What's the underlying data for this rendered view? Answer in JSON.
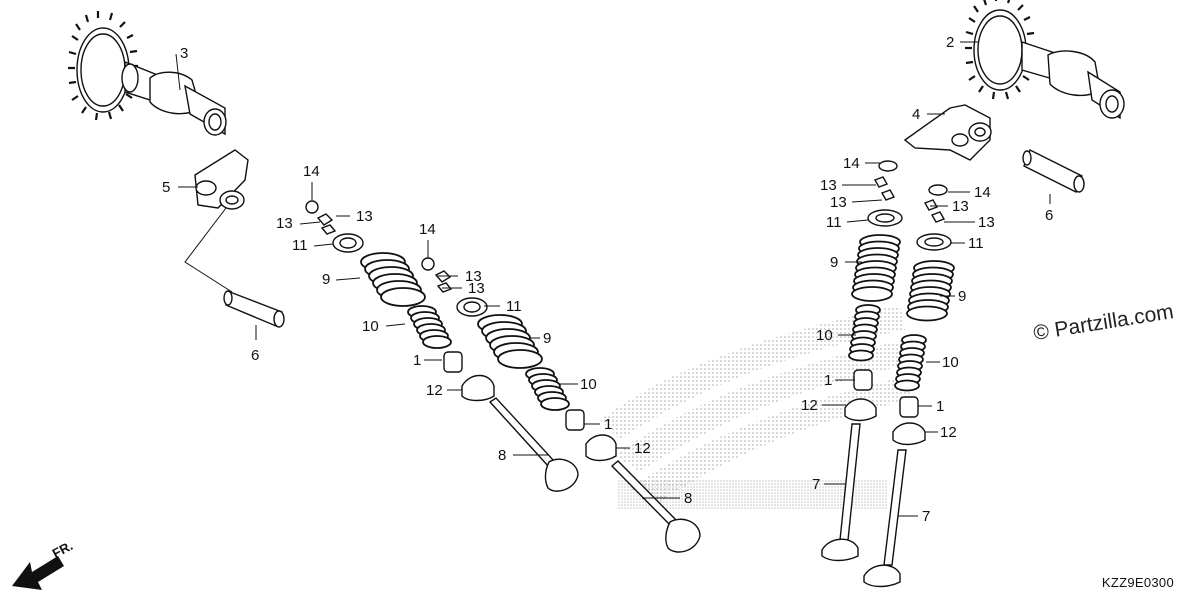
{
  "diagram": {
    "reference_code": "KZZ9E0300",
    "watermark": "© Partzilla.com",
    "direction_label": "FR.",
    "callouts": [
      {
        "id": "c3",
        "text": "3"
      },
      {
        "id": "c2",
        "text": "2"
      },
      {
        "id": "c4",
        "text": "4"
      },
      {
        "id": "c5",
        "text": "5"
      },
      {
        "id": "c6a",
        "text": "6"
      },
      {
        "id": "c6b",
        "text": "6"
      },
      {
        "id": "c14a",
        "text": "14"
      },
      {
        "id": "c13a",
        "text": "13"
      },
      {
        "id": "c13b",
        "text": "13"
      },
      {
        "id": "c11a",
        "text": "11"
      },
      {
        "id": "c9a",
        "text": "9"
      },
      {
        "id": "c10a",
        "text": "10"
      },
      {
        "id": "c1a",
        "text": "1"
      },
      {
        "id": "c12a",
        "text": "12"
      },
      {
        "id": "c8a",
        "text": "8"
      },
      {
        "id": "c14b",
        "text": "14"
      },
      {
        "id": "c13c",
        "text": "13"
      },
      {
        "id": "c13d",
        "text": "13"
      },
      {
        "id": "c11b",
        "text": "11"
      },
      {
        "id": "c9b",
        "text": "9"
      },
      {
        "id": "c10b",
        "text": "10"
      },
      {
        "id": "c1b",
        "text": "1"
      },
      {
        "id": "c12b",
        "text": "12"
      },
      {
        "id": "c8b",
        "text": "8"
      },
      {
        "id": "c14c",
        "text": "14"
      },
      {
        "id": "c13e",
        "text": "13"
      },
      {
        "id": "c13f",
        "text": "13"
      },
      {
        "id": "c11c",
        "text": "11"
      },
      {
        "id": "c9c",
        "text": "9"
      },
      {
        "id": "c10c",
        "text": "10"
      },
      {
        "id": "c1c",
        "text": "1"
      },
      {
        "id": "c12c",
        "text": "12"
      },
      {
        "id": "c7a",
        "text": "7"
      },
      {
        "id": "c14d",
        "text": "14"
      },
      {
        "id": "c13g",
        "text": "13"
      },
      {
        "id": "c13h",
        "text": "13"
      },
      {
        "id": "c11d",
        "text": "11"
      },
      {
        "id": "c9d",
        "text": "9"
      },
      {
        "id": "c10d",
        "text": "10"
      },
      {
        "id": "c1d",
        "text": "1"
      },
      {
        "id": "c12d",
        "text": "12"
      },
      {
        "id": "c7b",
        "text": "7"
      }
    ]
  }
}
